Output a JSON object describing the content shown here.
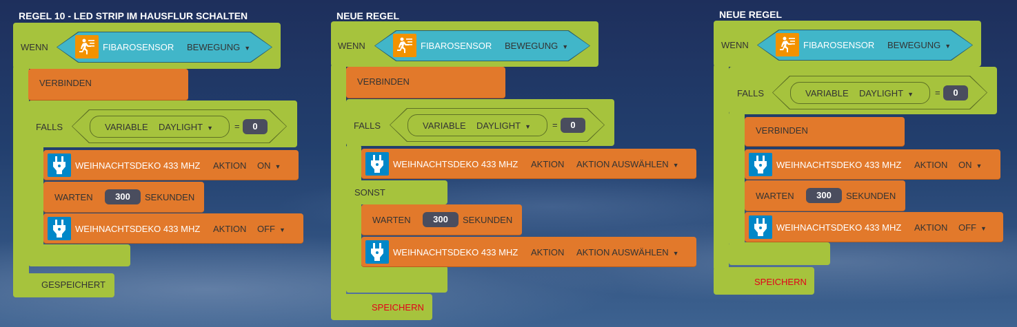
{
  "rules": [
    {
      "title": "REGEL 10 - LED STRIP IM HAUSFLUR SCHALTEN",
      "when": "WENN",
      "sensor": "FIBAROSENSOR",
      "event": "BEWEGUNG",
      "connect": "VERBINDEN",
      "if": "FALLS",
      "var_kw": "VARIABLE",
      "var": "DAYLIGHT",
      "eq": "=",
      "value": "0",
      "dev1": "WEIHNACHTSDEKO 433 MHZ",
      "action_kw": "AKTION",
      "act1": "ON",
      "wait": "WARTEN",
      "seconds": "300",
      "sec_unit": "SEKUNDEN",
      "dev2": "WEIHNACHTSDEKO 433 MHZ",
      "act2": "OFF",
      "status": "GESPEICHERT"
    },
    {
      "title": "NEUE REGEL",
      "when": "WENN",
      "sensor": "FIBAROSENSOR",
      "event": "BEWEGUNG",
      "connect": "VERBINDEN",
      "if": "FALLS",
      "var_kw": "VARIABLE",
      "var": "DAYLIGHT",
      "eq": "=",
      "value": "0",
      "dev1": "WEIHNACHTSDEKO 433 MHZ",
      "action_kw": "AKTION",
      "act1": "AKTION AUSWÄHLEN",
      "else": "SONST",
      "wait": "WARTEN",
      "seconds": "300",
      "sec_unit": "SEKUNDEN",
      "dev2": "WEIHNACHTSDEKO 433 MHZ",
      "act2": "AKTION AUSWÄHLEN",
      "status": "SPEICHERN"
    },
    {
      "title": "NEUE REGEL",
      "when": "WENN",
      "sensor": "FIBAROSENSOR",
      "event": "BEWEGUNG",
      "connect": "VERBINDEN",
      "if": "FALLS",
      "var_kw": "VARIABLE",
      "var": "DAYLIGHT",
      "eq": "=",
      "value": "0",
      "dev1": "WEIHNACHTSDEKO 433 MHZ",
      "action_kw": "AKTION",
      "act1": "ON",
      "wait": "WARTEN",
      "seconds": "300",
      "sec_unit": "SEKUNDEN",
      "dev2": "WEIHNACHTSDEKO 433 MHZ",
      "act2": "OFF",
      "status": "SPEICHERN"
    }
  ],
  "colors": {
    "green": "#a6c33d",
    "orange": "#e2792b",
    "teal": "#41b6c9",
    "save_red": "#e2001a"
  }
}
